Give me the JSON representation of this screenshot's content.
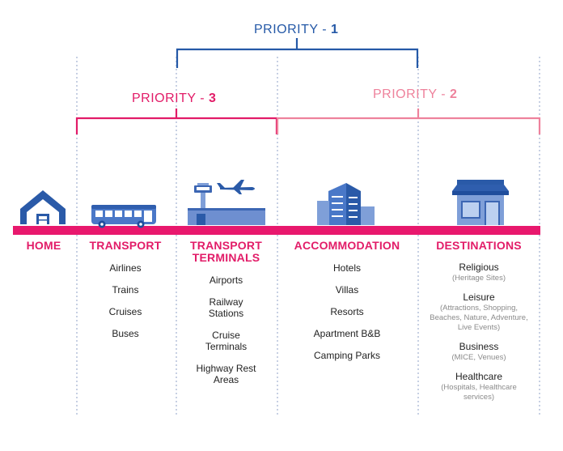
{
  "colors": {
    "p1": "#2559a7",
    "p2": "#ee829c",
    "p3": "#e21c68",
    "heading": "#e21c68",
    "icon_blue": "#4a78c8",
    "icon_dark": "#1f4d9c",
    "bar": "#e8186d",
    "dotted": "#8fa2c7"
  },
  "priorities": [
    {
      "label": "PRIORITY - ",
      "number": "1"
    },
    {
      "label": "PRIORITY - ",
      "number": "2"
    },
    {
      "label": "PRIORITY - ",
      "number": "3"
    }
  ],
  "columns": [
    {
      "title": "HOME",
      "icon": "house-icon",
      "items": []
    },
    {
      "title": "TRANSPORT",
      "icon": "bus-icon",
      "items": [
        {
          "title": "Airlines",
          "sub": ""
        },
        {
          "title": "Trains",
          "sub": ""
        },
        {
          "title": "Cruises",
          "sub": ""
        },
        {
          "title": "Buses",
          "sub": ""
        }
      ]
    },
    {
      "title": "TRANSPORT TERMINALS",
      "icon": "airport-icon",
      "items": [
        {
          "title": "Airports",
          "sub": ""
        },
        {
          "title": "Railway Stations",
          "sub": ""
        },
        {
          "title": "Cruise Terminals",
          "sub": ""
        },
        {
          "title": "Highway Rest Areas",
          "sub": ""
        }
      ]
    },
    {
      "title": "ACCOMMODATION",
      "icon": "hotel-building-icon",
      "items": [
        {
          "title": "Hotels",
          "sub": ""
        },
        {
          "title": "Villas",
          "sub": ""
        },
        {
          "title": "Resorts",
          "sub": ""
        },
        {
          "title": "Apartment B&B",
          "sub": ""
        },
        {
          "title": "Camping Parks",
          "sub": ""
        }
      ]
    },
    {
      "title": "DESTINATIONS",
      "icon": "storefront-icon",
      "items": [
        {
          "title": "Religious",
          "sub": "(Heritage Sites)"
        },
        {
          "title": "Leisure",
          "sub": "(Attractions, Shopping, Beaches, Nature, Adventure, Live Events)"
        },
        {
          "title": "Business",
          "sub": "(MICE, Venues)"
        },
        {
          "title": "Healthcare",
          "sub": "(Hospitals, Healthcare services)"
        }
      ]
    }
  ]
}
